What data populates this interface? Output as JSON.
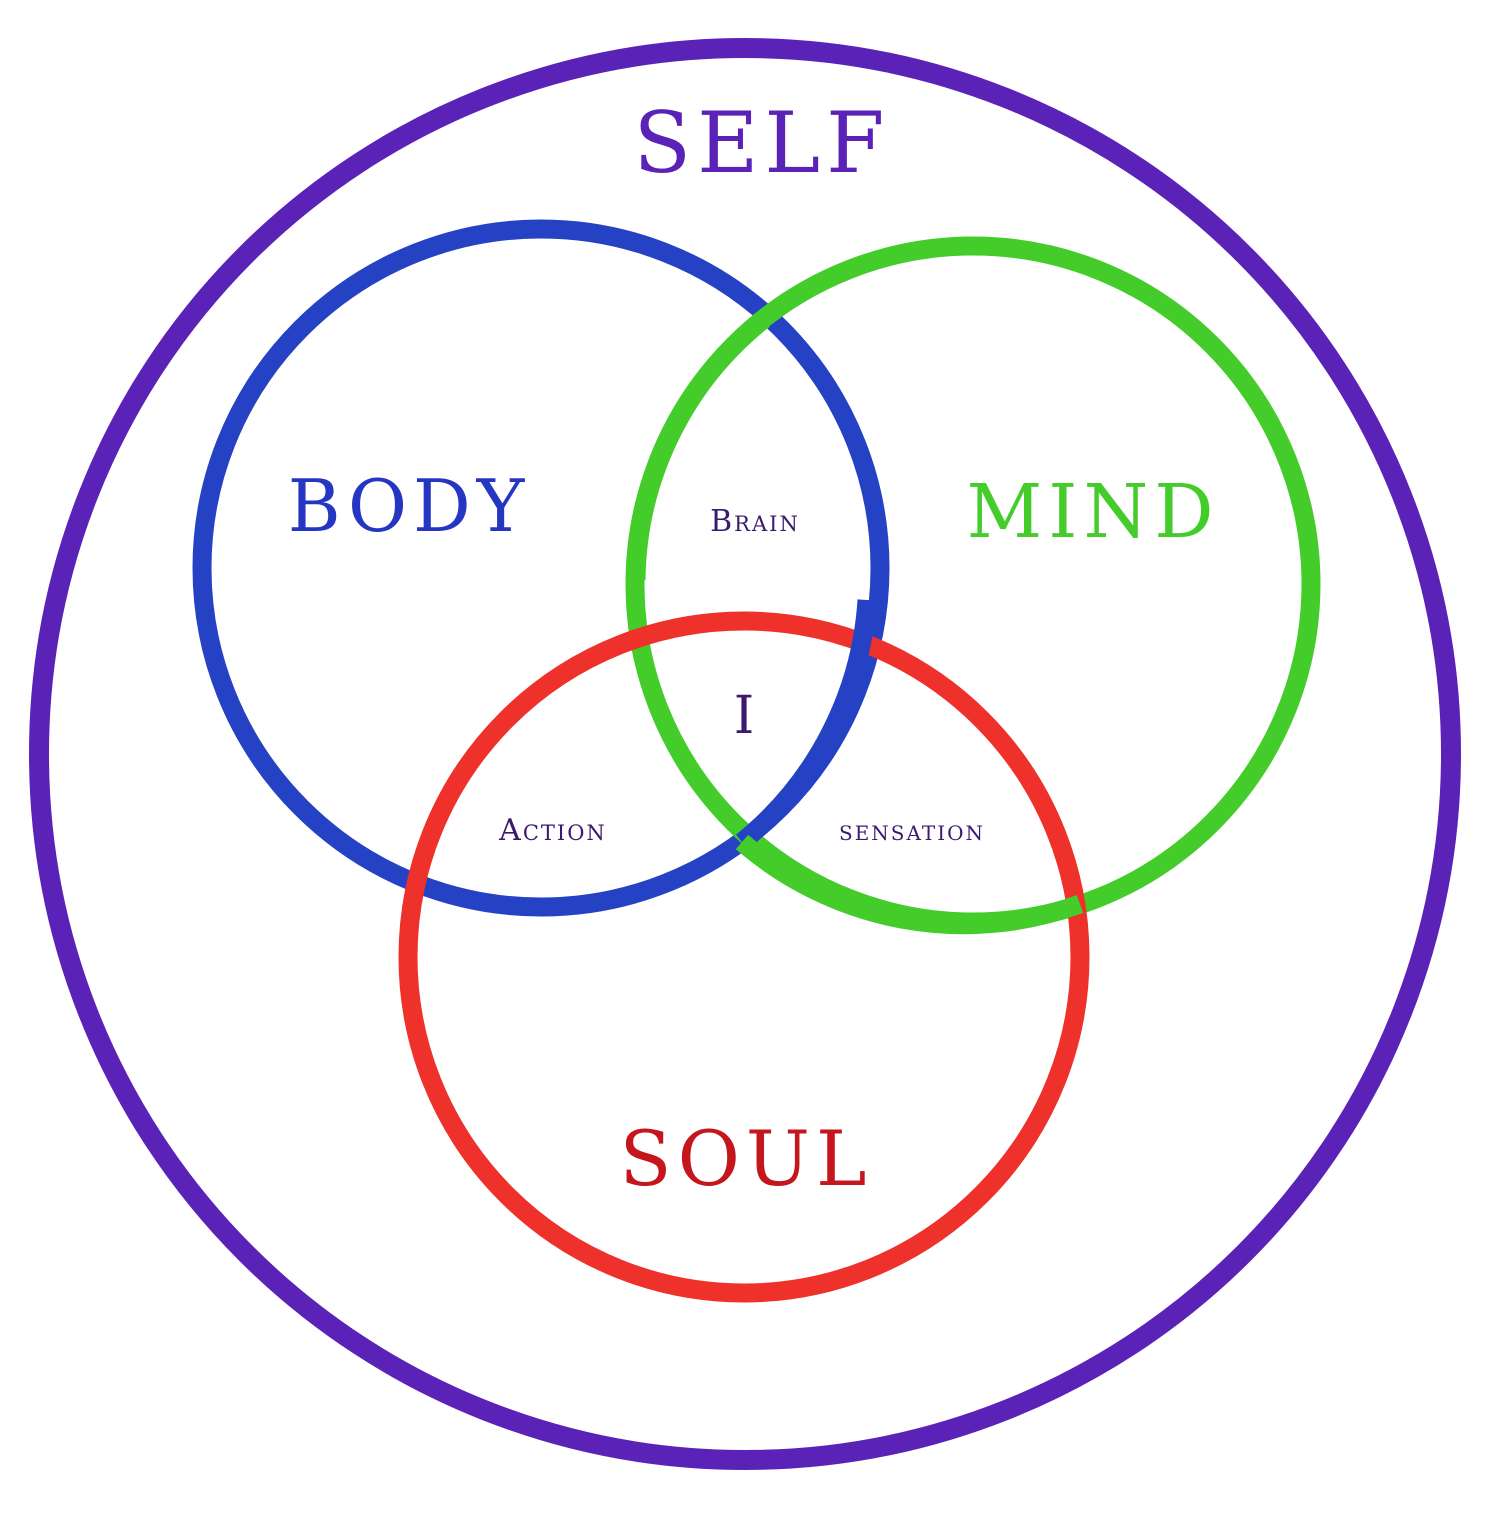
{
  "diagram": {
    "self": {
      "label": "SELF",
      "color": "#5b22b8"
    },
    "body": {
      "label": "BODY",
      "color": "#2642c4"
    },
    "mind": {
      "label": "MIND",
      "color": "#44cc2b"
    },
    "soul": {
      "label": "SOUL",
      "color": "#ee312a"
    },
    "label_colors": {
      "body": "#2536c2",
      "mind": "#44cc2b",
      "soul": "#c4161c",
      "self": "#5b22b8",
      "intersections": "#3b1a6e"
    },
    "intersections": {
      "body_mind": "Brain",
      "body_soul": "Action",
      "mind_soul": "sensation",
      "center": "I"
    }
  }
}
